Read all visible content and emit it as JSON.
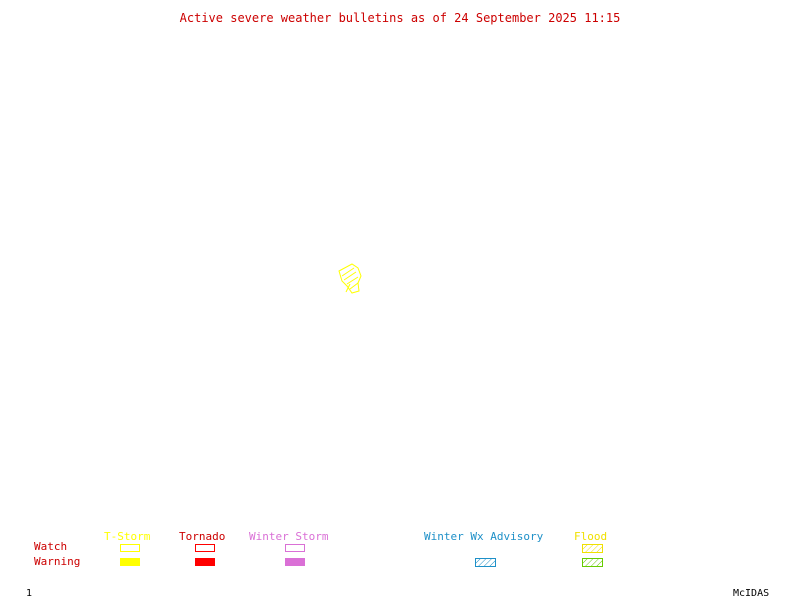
{
  "title": "Active severe weather bulletins as of 24 September 2025 11:15",
  "legend": {
    "rows": {
      "watch": "Watch",
      "warning": "Warning"
    },
    "categories": [
      {
        "key": "tstorm",
        "label": "T-Storm",
        "color": "#ffff00",
        "watch_style": "outline",
        "warning_style": "filled"
      },
      {
        "key": "tornado",
        "label": "Tornado",
        "color": "#ff0000",
        "watch_style": "outline",
        "warning_style": "filled"
      },
      {
        "key": "winter_storm",
        "label": "Winter Storm",
        "color": "#da70d6",
        "watch_style": "outline",
        "warning_style": "filled"
      },
      {
        "key": "winter_wx_advisory",
        "label": "Winter Wx Advisory",
        "color": "#1e90c8",
        "warning_style": "hatched"
      },
      {
        "key": "flood",
        "label": "Flood",
        "color": "#f0e000",
        "warning_color": "#66cc00",
        "watch_style": "hatched",
        "warning_style": "hatched"
      }
    ]
  },
  "map": {
    "active_bulletins": [
      {
        "type": "T-Storm Watch",
        "color": "#ffff00"
      }
    ]
  },
  "footer": {
    "frame_number": "1",
    "software": "McIDAS"
  },
  "colors": {
    "title": "#cc0000",
    "row_labels": "#cc0000",
    "footer": "#000000"
  }
}
